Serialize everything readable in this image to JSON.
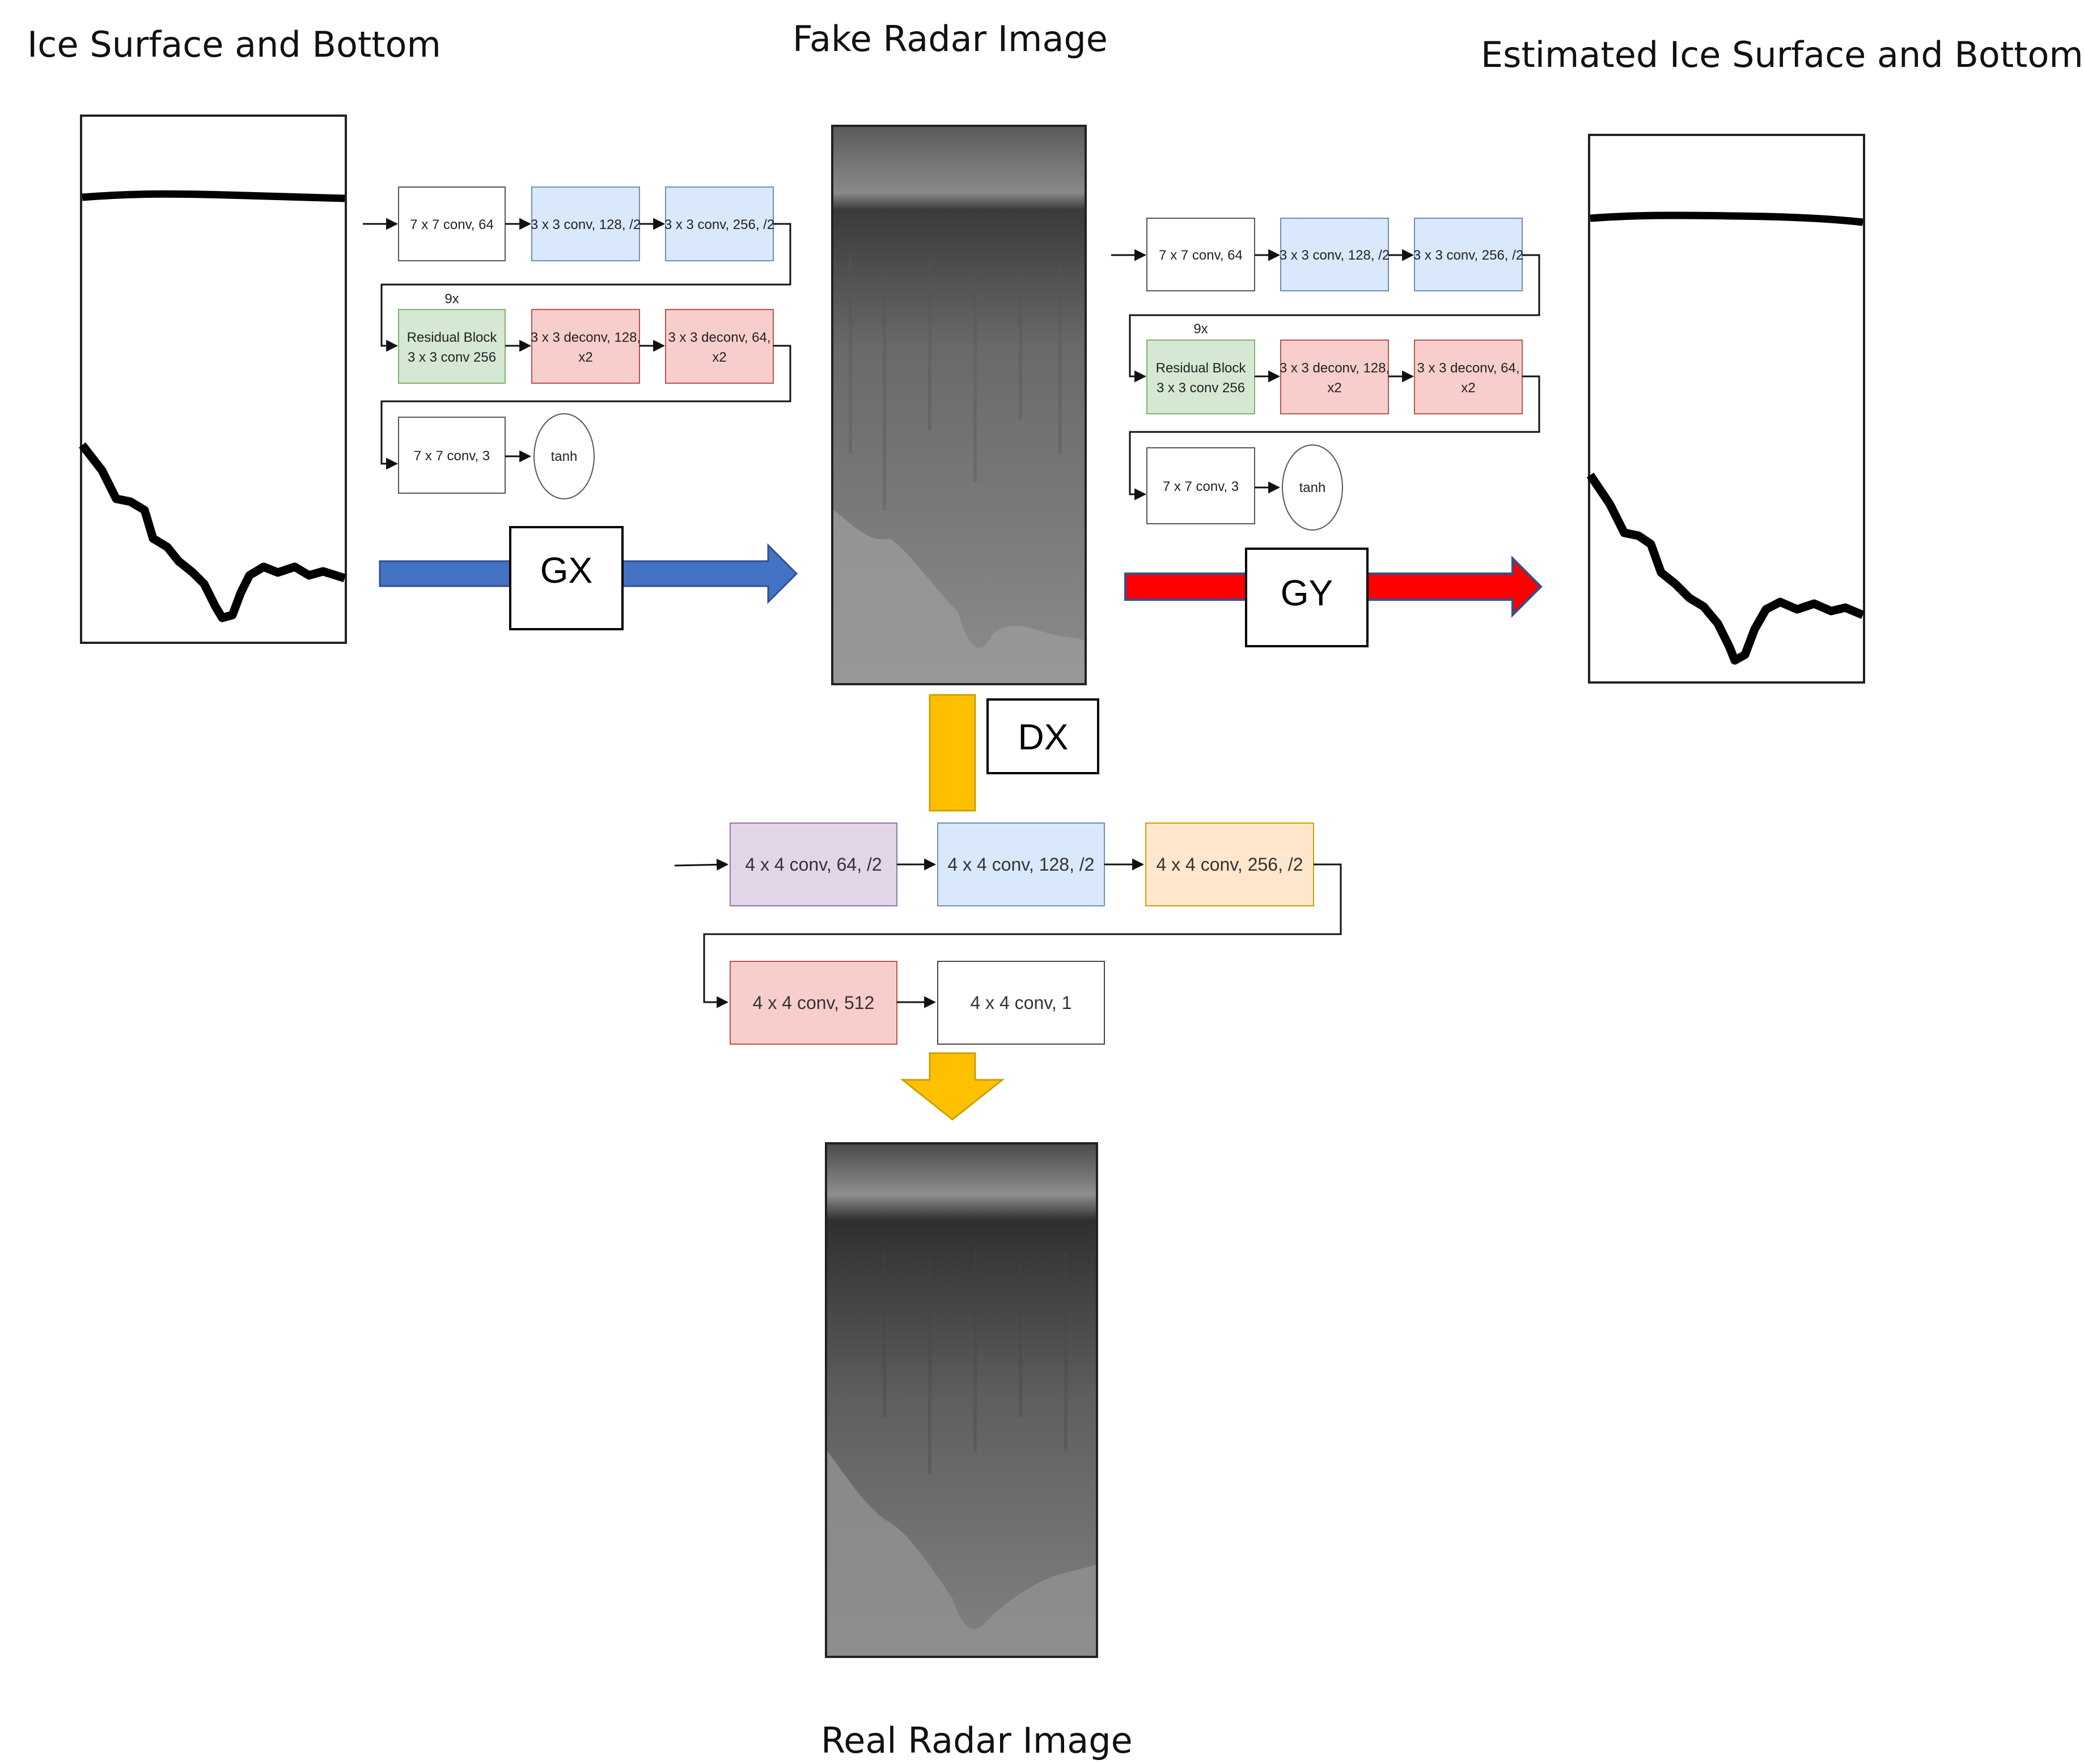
{
  "titles": {
    "ice_input": "Ice Surface and Bottom",
    "fake_radar": "Fake Radar Image",
    "estimated": "Estimated Ice Surface and Bottom",
    "real_radar": "Real Radar Image"
  },
  "generator_gx": {
    "label": "GX",
    "blocks": [
      "7 x 7 conv, 64",
      "3 x 3 conv, 128, /2",
      "3 x 3 conv, 256, /2",
      "Residual Block",
      "3 x 3 conv 256",
      "3 x 3 deconv, 128,",
      "x2",
      "3 x 3 deconv, 64,",
      "x2",
      "7 x 7 conv, 3",
      "tanh"
    ],
    "repeat": "9x"
  },
  "generator_gy": {
    "label": "GY",
    "blocks": [
      "7 x 7 conv, 64",
      "3 x 3 conv, 128, /2",
      "3 x 3 conv, 256, /2",
      "Residual Block",
      "3 x 3 conv 256",
      "3 x 3 deconv, 128,",
      "x2",
      "3 x 3 deconv, 64,",
      "x2",
      "7 x 7 conv, 3",
      "tanh"
    ],
    "repeat": "9x"
  },
  "discriminator": {
    "label": "DX",
    "blocks": [
      "4 x 4 conv, 64, /2",
      "4 x 4 conv, 128, /2",
      "4 x 4 conv, 256, /2",
      "4 x 4 conv, 512",
      "4 x 4 conv, 1"
    ]
  },
  "colors": {
    "conv_white": "#ffffff",
    "conv_blue": "#dae8fc",
    "residual_green": "#d5e8d4",
    "deconv_red": "#f8cecc",
    "disc_purple": "#e1d5e7",
    "disc_orange": "#ffe6cc",
    "gx_arrow": "#4472c4",
    "gy_arrow": "#ff0000",
    "dx_arrow": "#ffc000"
  }
}
